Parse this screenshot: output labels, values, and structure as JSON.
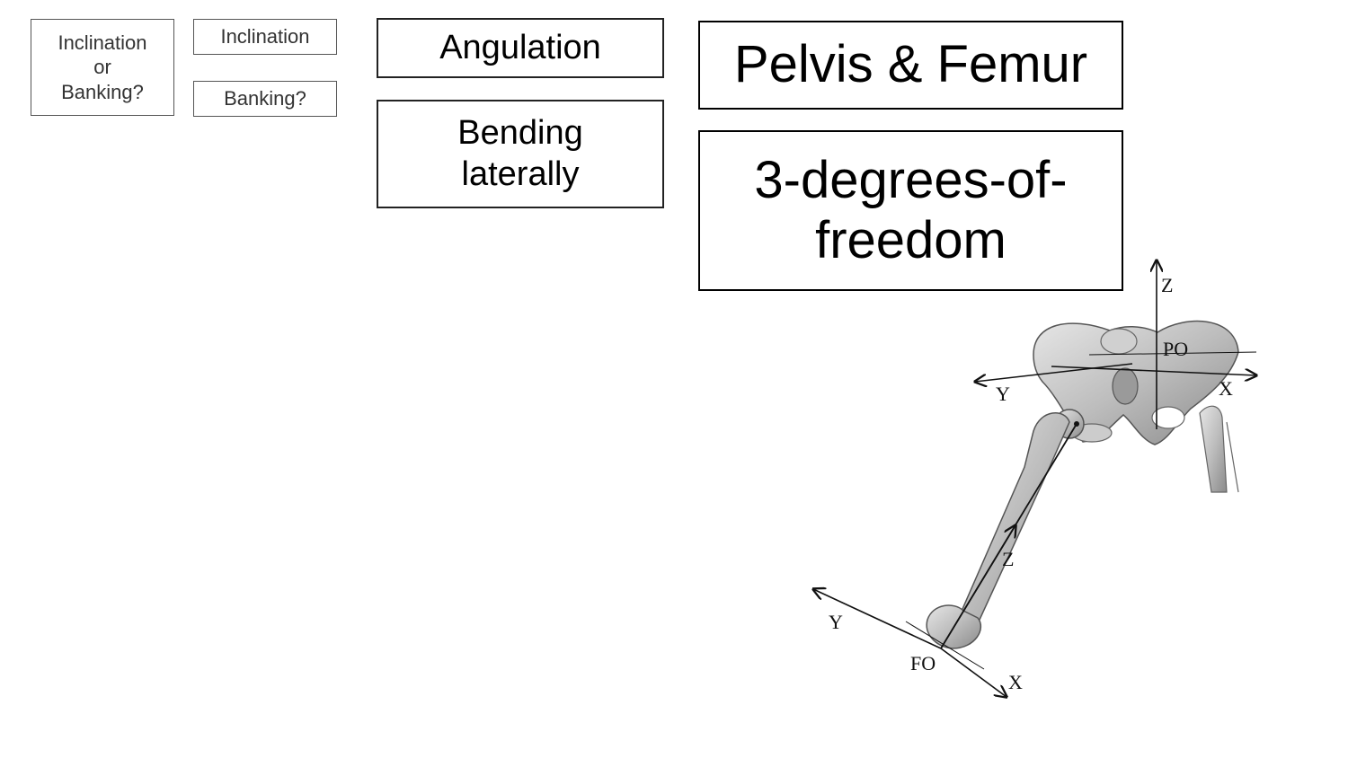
{
  "boxes": {
    "inclination_or_banking": [
      "Inclination",
      "or",
      "Banking?"
    ],
    "inclination": "Inclination",
    "banking": "Banking?",
    "angulation": "Angulation",
    "bending_laterally": [
      "Bending",
      "laterally"
    ],
    "pelvis_femur": "Pelvis & Femur",
    "degrees_of_freedom": [
      "3-degrees-of-",
      "freedom"
    ]
  },
  "figure": {
    "pelvis_axes": {
      "z": "Z",
      "x": "X",
      "y": "Y",
      "origin": "PO"
    },
    "femur_axes": {
      "z": "Z",
      "x": "X",
      "y": "Y",
      "origin": "FO"
    }
  }
}
